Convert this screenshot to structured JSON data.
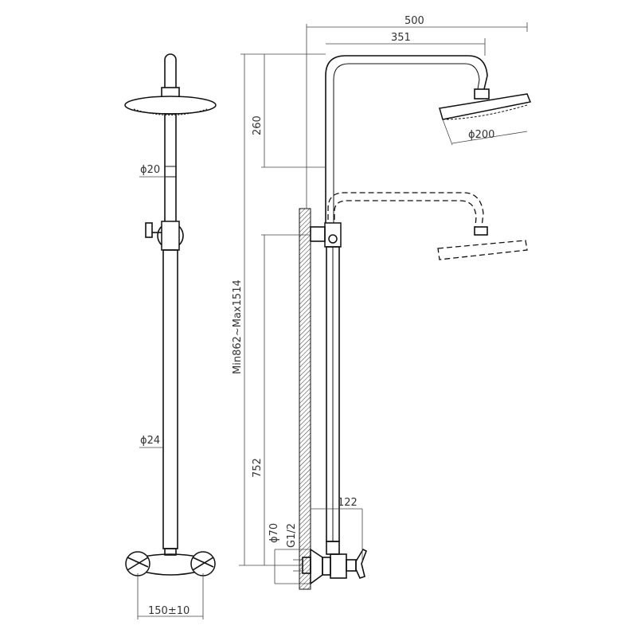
{
  "drawing": {
    "dims": {
      "overall_width": "500",
      "arm_reach": "351",
      "arm_height": "260",
      "head_diameter": "ϕ200",
      "upper_tube_diameter": "ϕ20",
      "lower_tube_diameter": "ϕ24",
      "height_range": "Min862~Max1514",
      "inlet_height": "752",
      "flange_diameter": "ϕ70",
      "thread": "G1/2",
      "projection": "122",
      "inlet_spacing": "150±10"
    }
  }
}
